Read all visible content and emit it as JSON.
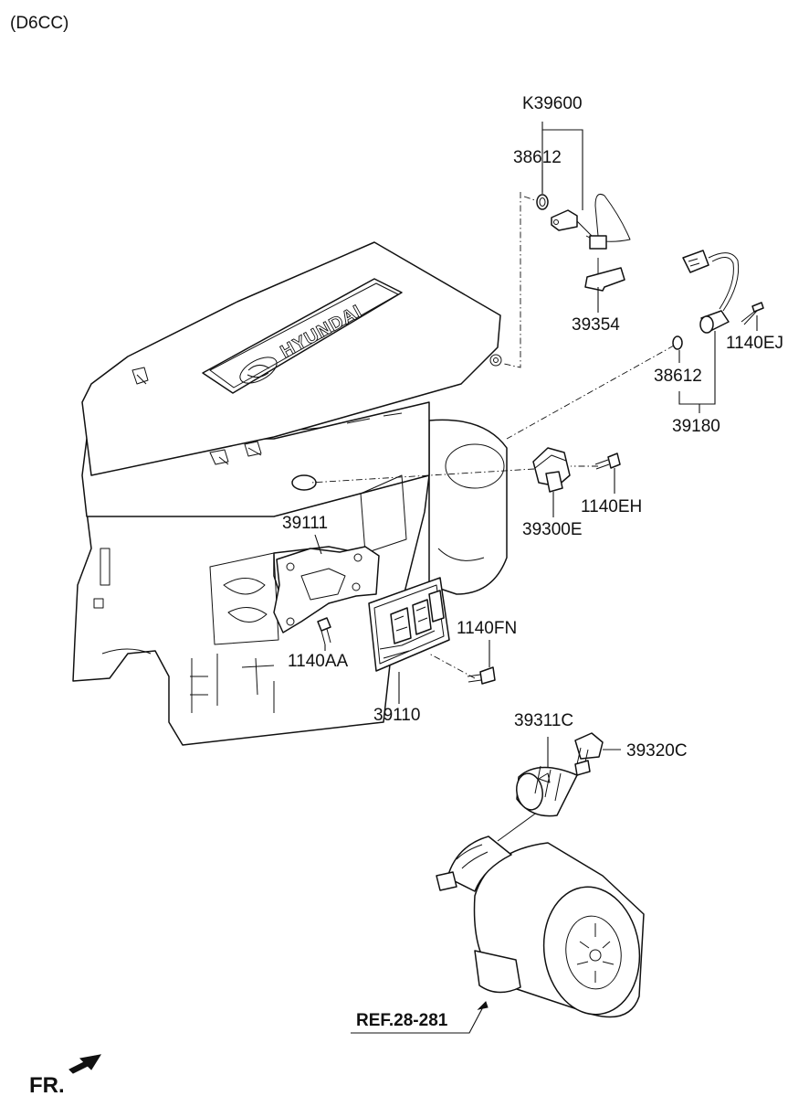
{
  "header": {
    "engine_code": "(D6CC)"
  },
  "brand": {
    "logo_text": "HYUNDAI"
  },
  "callouts": {
    "k39600": "K39600",
    "p38612_top": "38612",
    "p39354": "39354",
    "p1140ej": "1140EJ",
    "p38612_mid": "38612",
    "p39180": "39180",
    "p1140eh": "1140EH",
    "p39300e": "39300E",
    "p39111": "39111",
    "p1140fn": "1140FN",
    "p1140aa": "1140AA",
    "p39110": "39110",
    "p39311c": "39311C",
    "p39320c": "39320C"
  },
  "reference": {
    "label": "REF.28-281"
  },
  "orientation": {
    "label": "FR."
  }
}
